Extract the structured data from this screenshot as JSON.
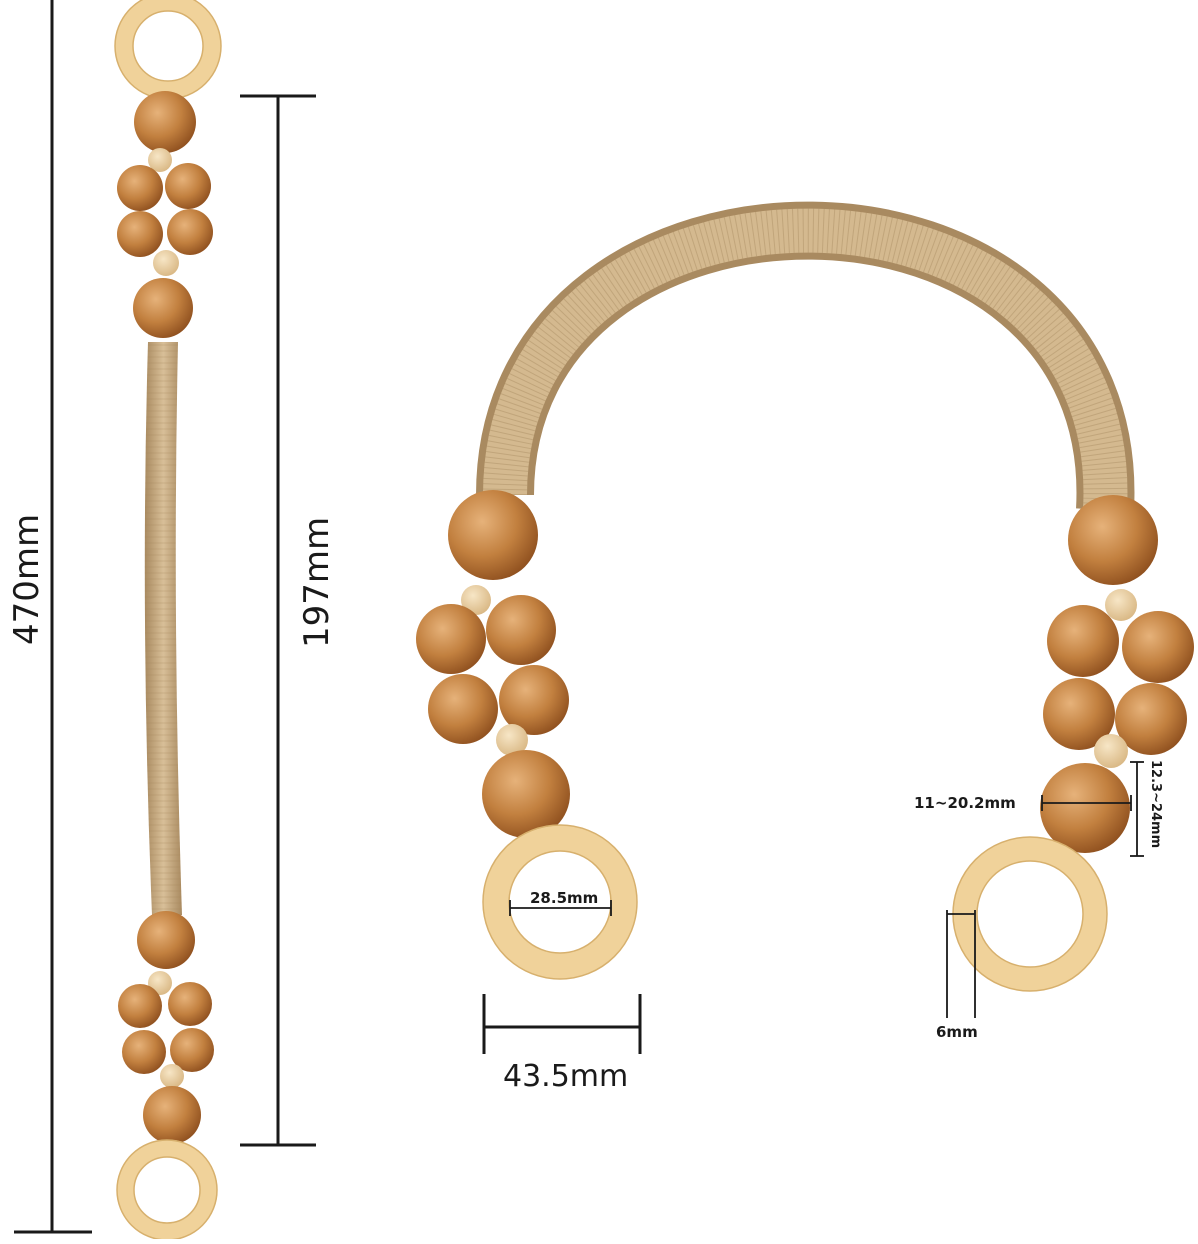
{
  "dimensions": {
    "total_length": "470mm",
    "strap_length": "197mm",
    "ring_outer": "43.5mm",
    "ring_inner": "28.5mm",
    "ring_thickness": "6mm",
    "bead_hole": "11~20.2mm",
    "bead_size": "12.3~24mm"
  },
  "colors": {
    "background": "#ffffff",
    "line": "#1a1a1a",
    "bead_light": "#d9a062",
    "bead_dark": "#9c5a25",
    "small_bead": "#ead2a8",
    "ring": "#f0d29a",
    "ring_edge": "#d7b06d",
    "rope": "#c9ad87",
    "rope_dark": "#a8895f"
  }
}
